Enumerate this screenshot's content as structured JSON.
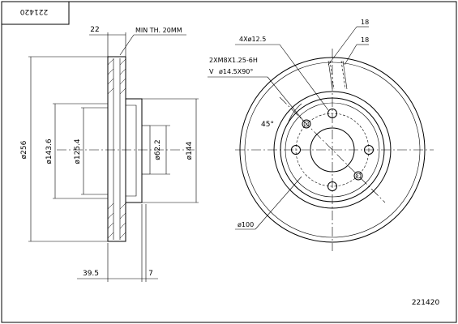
{
  "part_number_top": "221420",
  "part_number_bottom": "221420",
  "side_view": {
    "dim_width": "22",
    "min_thickness": "MIN TH. 20MM",
    "dim_outer_diameter": "ø256",
    "dim_d143_6": "ø143.6",
    "dim_d125_4": "ø125.4",
    "dim_d62_2": "ø62.2",
    "dim_d144": "ø144",
    "dim_height_39_5": "39.5",
    "dim_7": "7"
  },
  "front_view": {
    "bolt_holes": "4Xø12.5",
    "threaded_holes_line1": "2XM8X1.25-6H",
    "threaded_holes_line2": "ø14.5X90°",
    "countersink_symbol": "V",
    "angle": "45°",
    "pcd": "ø100",
    "dim_18_a": "18",
    "dim_18_b": "18"
  }
}
